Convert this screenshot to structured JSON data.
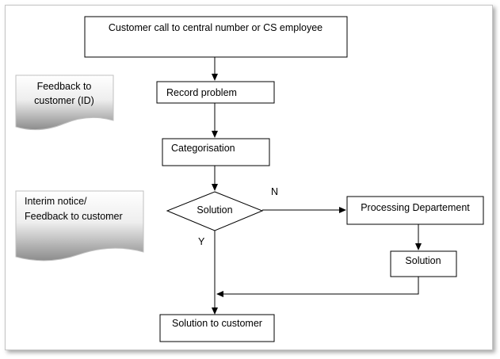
{
  "nodes": {
    "call": "Customer call to central number or CS employee",
    "record": "Record  problem",
    "categorisation": "Categorisation",
    "decision": "Solution",
    "processing": "Processing Departement",
    "solution2": "Solution",
    "final": "Solution to customer"
  },
  "notes": {
    "feedback_id": [
      "Feedback to",
      "customer (ID)"
    ],
    "interim": [
      "Interim notice/",
      "Feedback to customer"
    ]
  },
  "edge_labels": {
    "no": "N",
    "yes": "Y"
  },
  "colors": {
    "note_top": "#ffffff",
    "note_bottom": "#8c8c8c",
    "stroke": "#000000"
  }
}
